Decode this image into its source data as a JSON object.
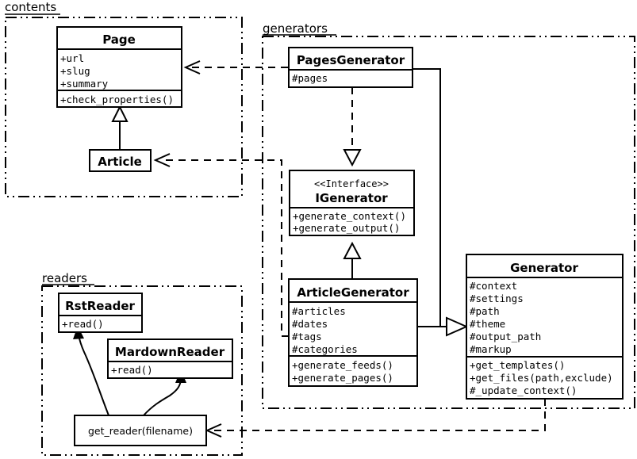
{
  "diagram": {
    "kind": "uml-class-diagram",
    "packages": [
      {
        "id": "contents",
        "label": "contents"
      },
      {
        "id": "generators",
        "label": "generators"
      },
      {
        "id": "readers",
        "label": "readers"
      }
    ],
    "classes": [
      {
        "id": "page",
        "name": "Page",
        "stereotype": "",
        "attributes": [
          "+url",
          "+slug",
          "+summary"
        ],
        "methods": [
          "+check_properties()"
        ]
      },
      {
        "id": "article",
        "name": "Article",
        "stereotype": "",
        "attributes": [],
        "methods": []
      },
      {
        "id": "pagesgenerator",
        "name": "PagesGenerator",
        "stereotype": "",
        "attributes": [
          "#pages"
        ],
        "methods": []
      },
      {
        "id": "igenerator",
        "name": "IGenerator",
        "stereotype": "<<Interface>>",
        "attributes": [],
        "methods": [
          "+generate_context()",
          "+generate_output()"
        ]
      },
      {
        "id": "articlegenerator",
        "name": "ArticleGenerator",
        "stereotype": "",
        "attributes": [
          "#articles",
          "#dates",
          "#tags",
          "#categories"
        ],
        "methods": [
          "+generate_feeds()",
          "+generate_pages()"
        ]
      },
      {
        "id": "generator",
        "name": "Generator",
        "stereotype": "",
        "attributes": [
          "#context",
          "#settings",
          "#path",
          "#theme",
          "#output_path",
          "#markup"
        ],
        "methods": [
          "+get_templates()",
          "+get_files(path,exclude)",
          "#_update_context()"
        ]
      },
      {
        "id": "rstreader",
        "name": "RstReader",
        "stereotype": "",
        "attributes": [],
        "methods": [
          "+read()"
        ]
      },
      {
        "id": "mardownreader",
        "name": "MardownReader",
        "stereotype": "",
        "attributes": [],
        "methods": [
          "+read()"
        ]
      }
    ],
    "functions": [
      {
        "id": "get_reader",
        "label": "get_reader(filename)"
      }
    ],
    "relations": [
      {
        "from": "article",
        "to": "page",
        "type": "generalization"
      },
      {
        "from": "articlegenerator",
        "to": "igenerator",
        "type": "generalization"
      },
      {
        "from": "pagesgenerator",
        "to": "igenerator",
        "type": "realization"
      },
      {
        "from": "pagesgenerator",
        "to": "generator",
        "type": "aggregation"
      },
      {
        "from": "articlegenerator",
        "to": "generator",
        "type": "aggregation"
      },
      {
        "from": "pagesgenerator",
        "to": "page",
        "type": "dependency"
      },
      {
        "from": "articlegenerator",
        "to": "article",
        "type": "dependency"
      },
      {
        "from": "generator",
        "to": "get_reader",
        "type": "dependency"
      },
      {
        "from": "get_reader",
        "to": "rstreader",
        "type": "creates"
      },
      {
        "from": "get_reader",
        "to": "mardownreader",
        "type": "creates"
      }
    ],
    "colors": {
      "background": "#ffffff",
      "stroke": "#000000",
      "fill": "#ffffff"
    }
  }
}
